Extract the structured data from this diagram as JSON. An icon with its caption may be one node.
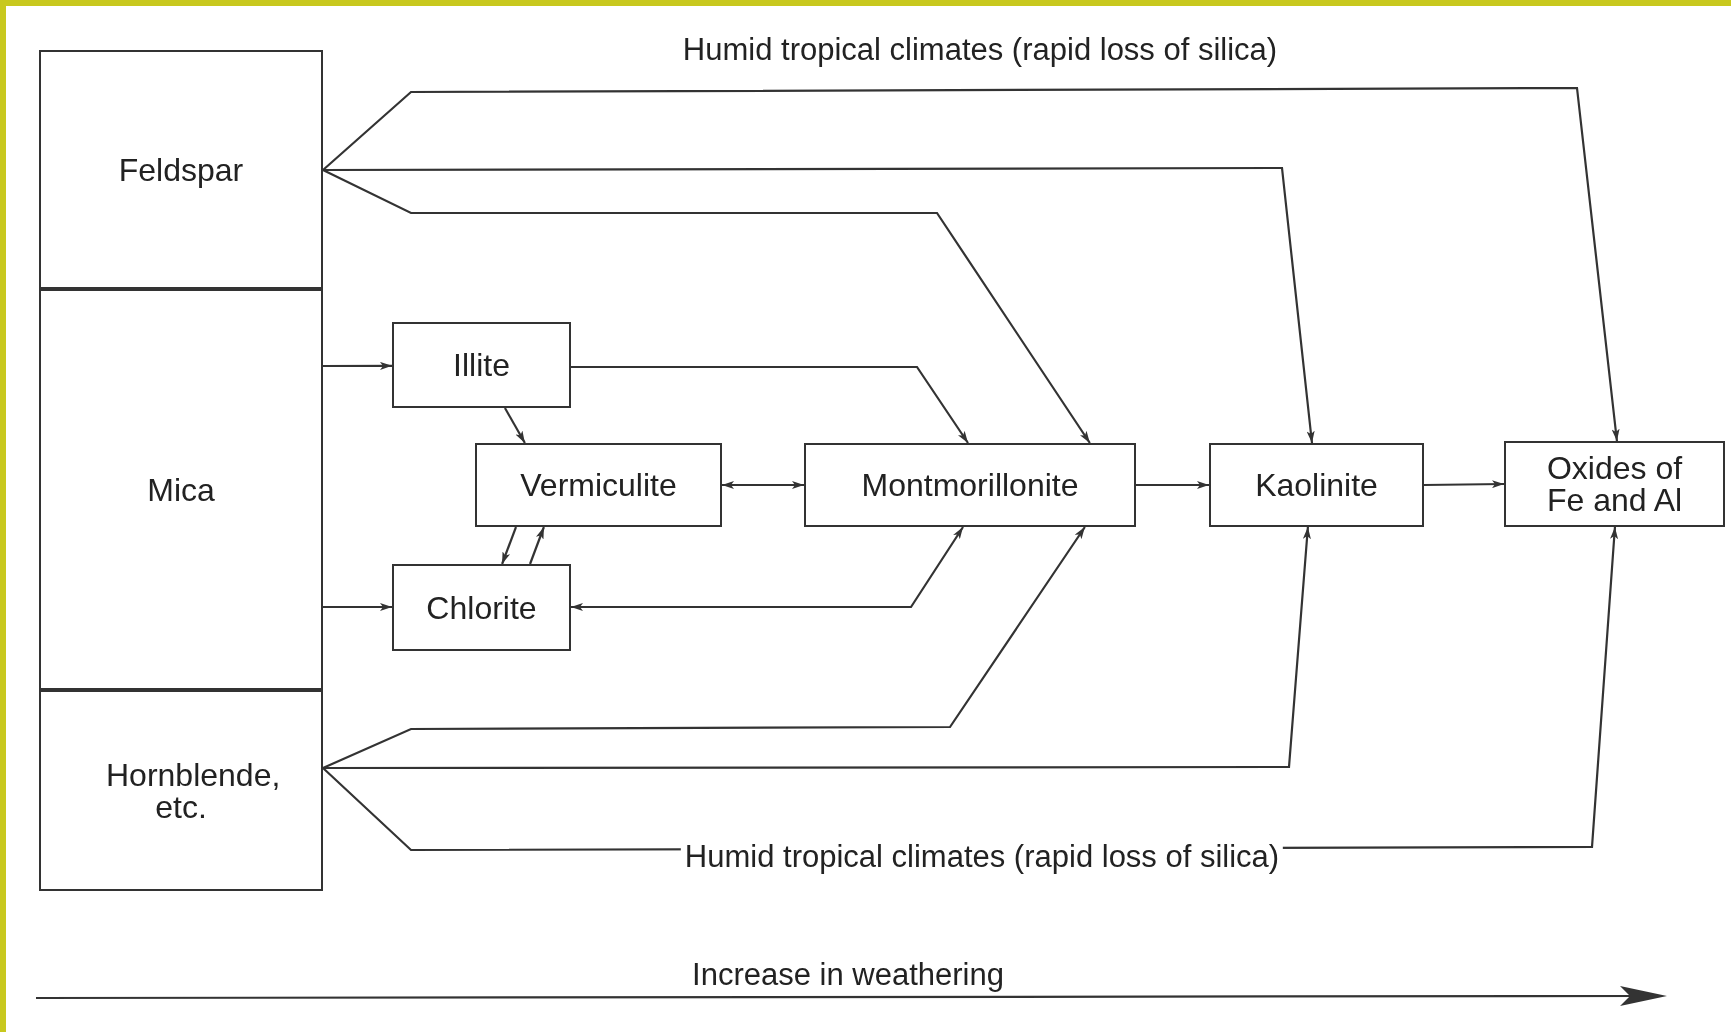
{
  "diagram": {
    "nodes": [
      {
        "text": [
          "Feldspar"
        ]
      },
      {
        "text": [
          "Mica"
        ]
      },
      {
        "text": [
          "Hornblende, etc."
        ]
      },
      {
        "text": [
          "Illite"
        ]
      },
      {
        "text": [
          "Vermiculite"
        ]
      },
      {
        "text": [
          "Chlorite"
        ]
      },
      {
        "text": [
          "Montmorillonite"
        ]
      },
      {
        "text": [
          "Kaolinite"
        ]
      },
      {
        "text": [
          "Oxides of Fe and Al"
        ]
      }
    ],
    "edges": [
      {
        "from": 0,
        "to": 8,
        "arrow": "to",
        "label": "Humid tropical climates (rapid loss of silica)"
      },
      {
        "from": 0,
        "to": 7,
        "arrow": "to"
      },
      {
        "from": 0,
        "to": 6,
        "arrow": "to"
      },
      {
        "from": 1,
        "to": 3,
        "arrow": "to"
      },
      {
        "from": 1,
        "to": 5,
        "arrow": "to"
      },
      {
        "from": 3,
        "to": 4,
        "arrow": "to"
      },
      {
        "from": 3,
        "to": 6,
        "arrow": "to"
      },
      {
        "from": 4,
        "to": 6,
        "arrow": "both"
      },
      {
        "from": 4,
        "to": 5,
        "arrow": "to"
      },
      {
        "from": 5,
        "to": 4,
        "arrow": "to"
      },
      {
        "from": 5,
        "to": 6,
        "arrow": "both"
      },
      {
        "from": 2,
        "to": 6,
        "arrow": "to"
      },
      {
        "from": 2,
        "to": 7,
        "arrow": "to"
      },
      {
        "from": 2,
        "to": 8,
        "arrow": "to",
        "label": "Humid tropical climates (rapid loss of silica)"
      },
      {
        "from": 6,
        "to": 7,
        "arrow": "to"
      },
      {
        "from": 7,
        "to": 8,
        "arrow": "to"
      }
    ],
    "labels": [
      "Increase in weathering"
    ]
  }
}
